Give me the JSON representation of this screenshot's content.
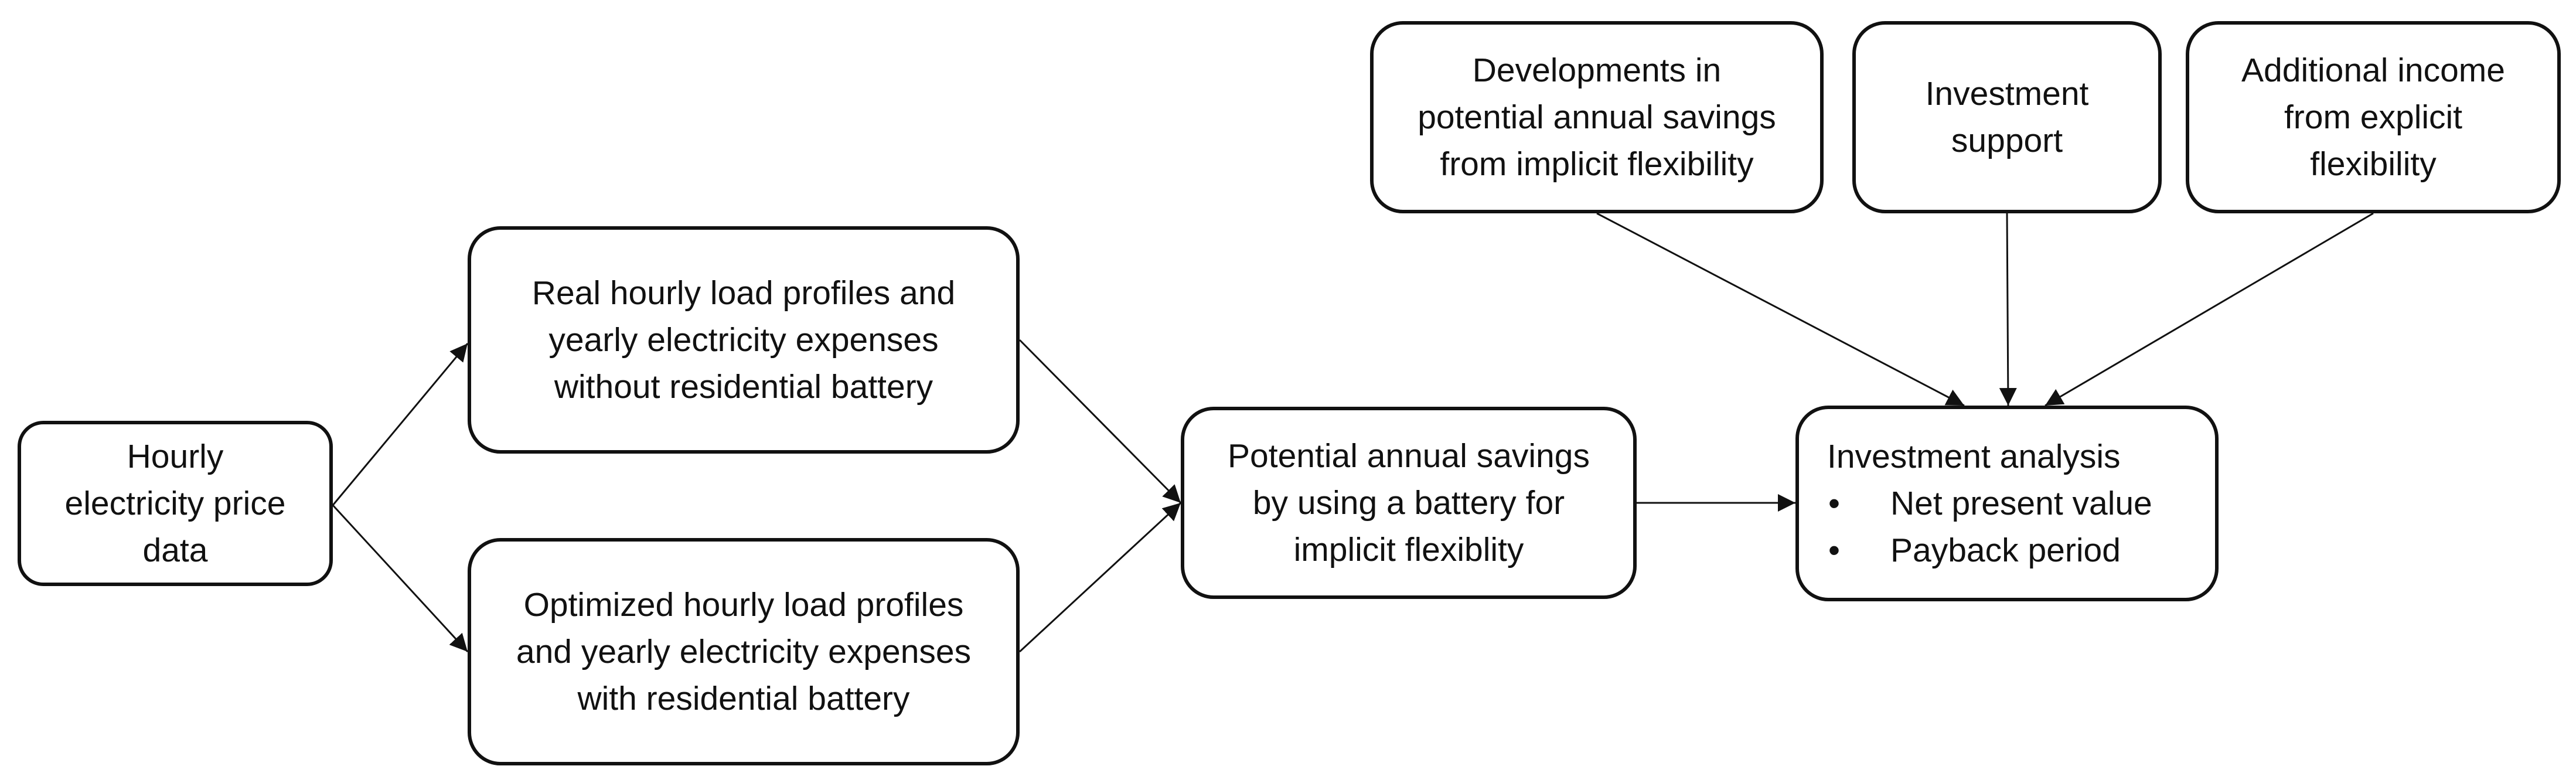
{
  "nodes": {
    "price": "Hourly\nelectricity price\ndata",
    "real": "Real hourly load profiles and\nyearly electricity expenses\nwithout residential battery",
    "optimized": "Optimized hourly load profiles\nand yearly electricity expenses\nwith residential battery",
    "savings": "Potential annual savings\nby using a battery for\nimplicit flexiblity",
    "developments": "Developments in\npotential annual savings\nfrom implicit flexibility",
    "support": "Investment\nsupport",
    "income": "Additional income\nfrom explicit\nflexibility",
    "investment": {
      "title": "Investment analysis",
      "bullets": [
        "Net present value",
        "Payback period"
      ]
    }
  },
  "colors": {
    "stroke": "#111111",
    "background": "#ffffff"
  }
}
